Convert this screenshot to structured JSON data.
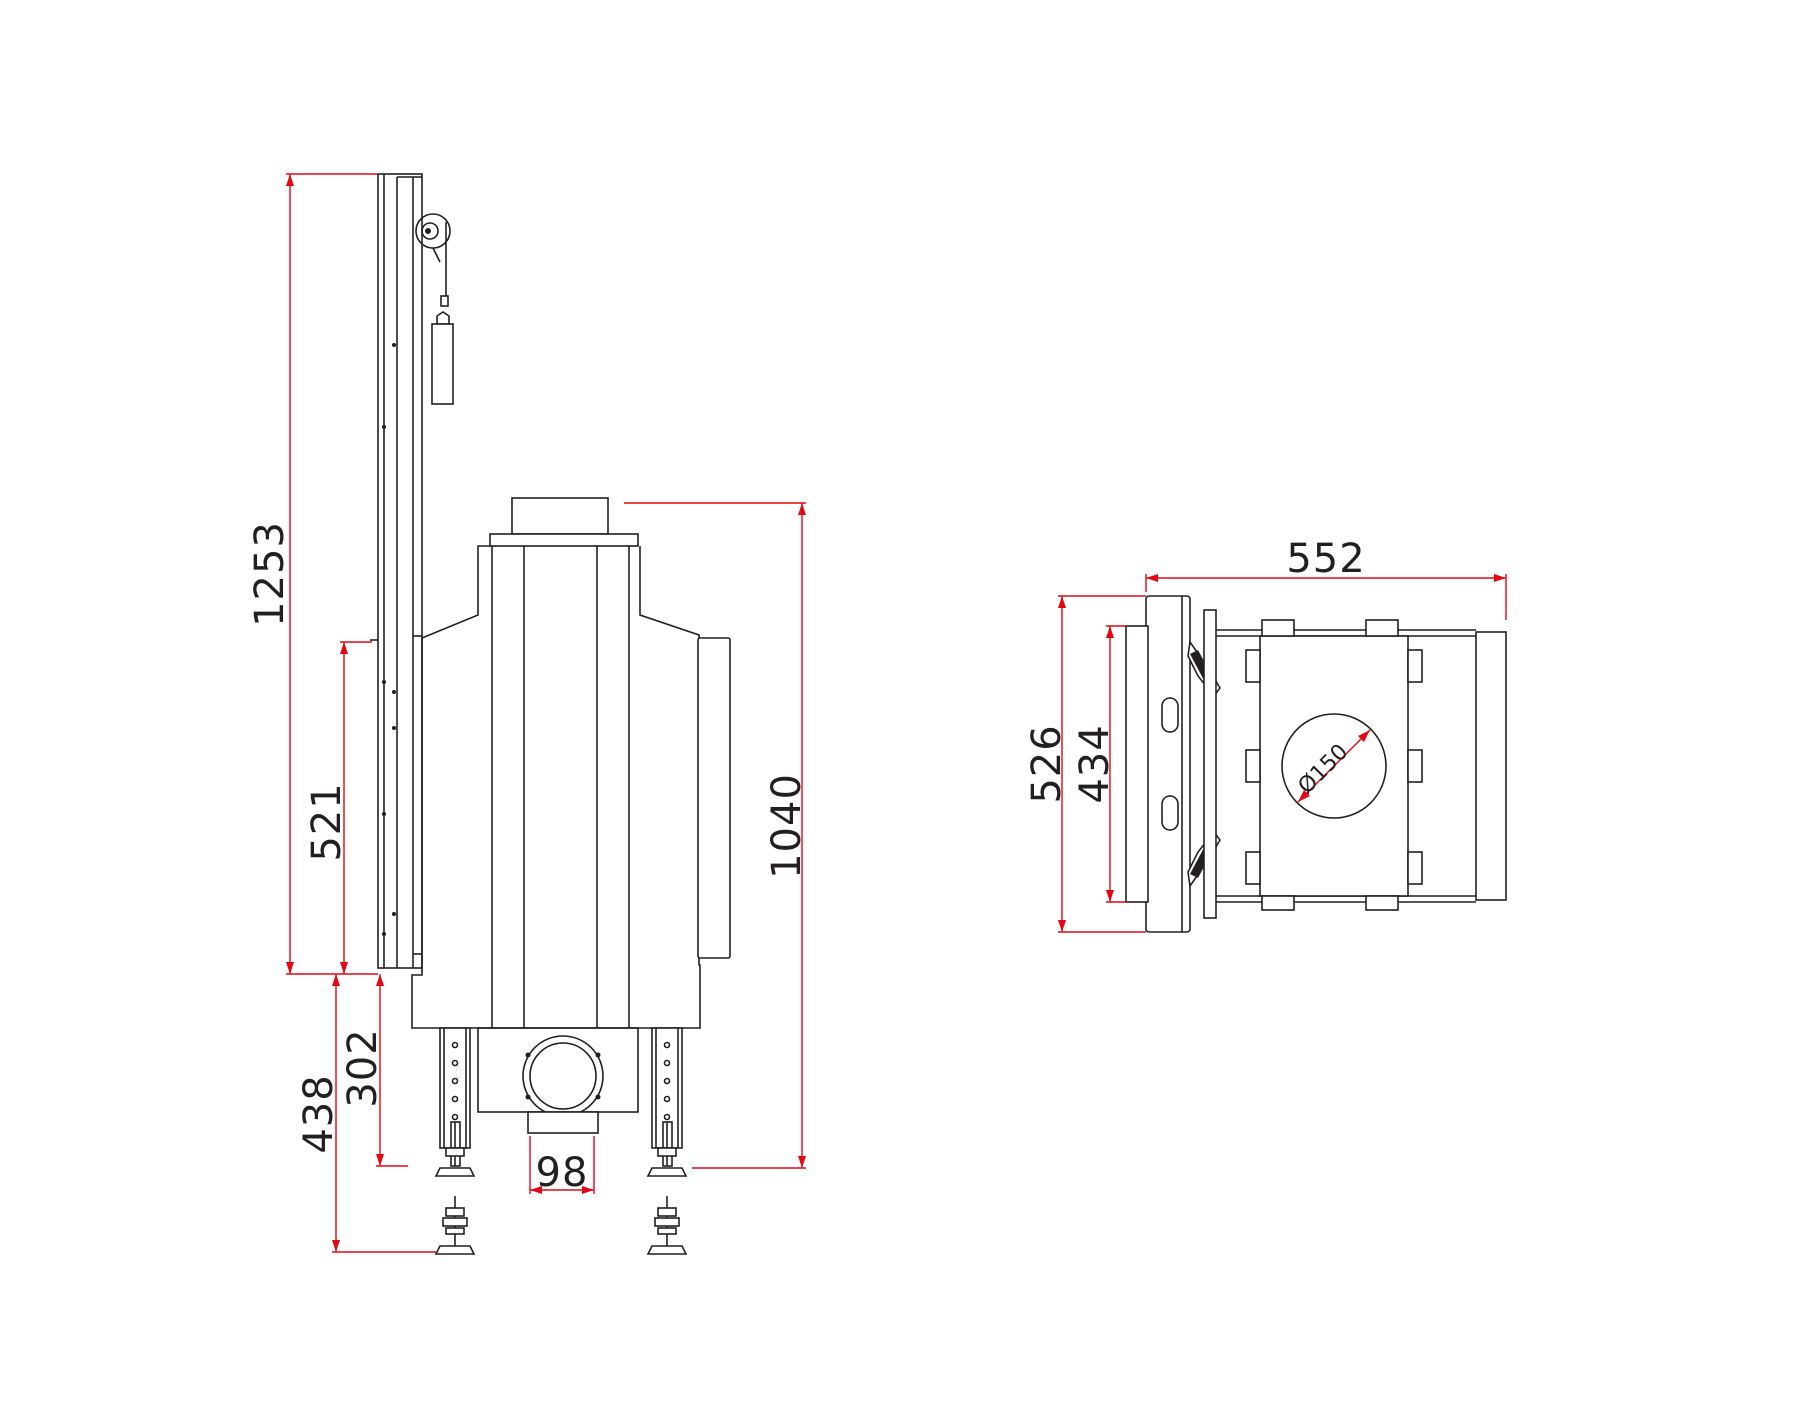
{
  "dimensions": {
    "front": {
      "total_height": "1253",
      "door_height": "521",
      "body_height": "1040",
      "leg_height": "302",
      "leg_max_height": "438",
      "bottom_outlet": "98"
    },
    "top": {
      "width": "552",
      "depth": "526",
      "inner_depth": "434",
      "flue_diameter": "Ø150"
    }
  },
  "colors": {
    "line": "#231f20",
    "dimension": "#e30613"
  }
}
